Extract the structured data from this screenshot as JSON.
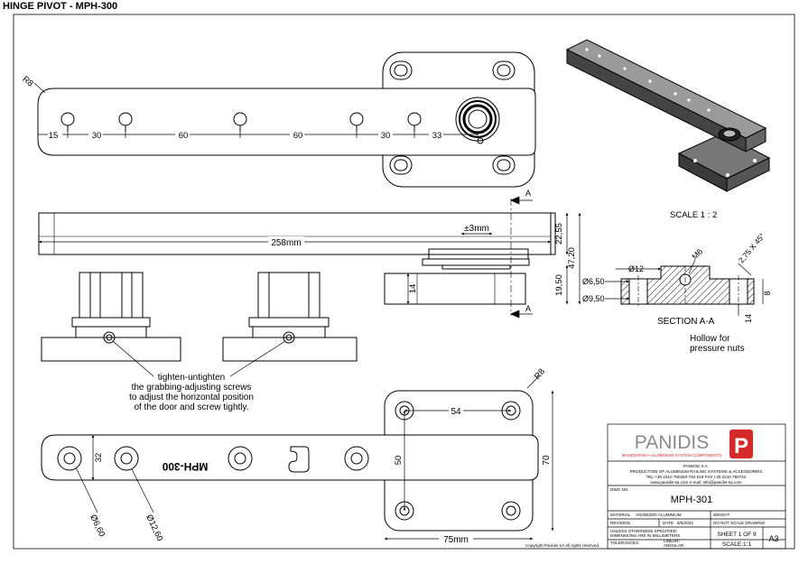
{
  "document": {
    "title": "HINGE PIVOT - MPH-300",
    "engraving": "MPH-300",
    "scale_note": "SCALE 1 : 2",
    "section_label": "SECTION A-A",
    "hollow_note": [
      "Hollow for",
      "pressure nuts"
    ],
    "screw_note": [
      "tighten-untighten",
      "the grabbing-adjusting screws",
      "to adjust the horizontal position",
      "of the door and screw tightly."
    ],
    "copyright": "Copyright Panidis SA   All rights reserved."
  },
  "dimensions": {
    "radius_top": "R8",
    "radius_bottom": "R8",
    "hole_spacing": [
      "15",
      "30",
      "60",
      "60",
      "30",
      "33"
    ],
    "total_length": "258mm",
    "adjust": "±3mm",
    "height_upper": "22,55",
    "height_total": "47,20",
    "height_lower": "19,50",
    "plate_thickness": "14",
    "section_a": "A",
    "dia_12": "Ø12",
    "m6": "M6",
    "chamfer": "2,75 X 45°",
    "dia_6_50": "Ø6,50",
    "dia_9_50": "Ø9,50",
    "section_height": "8",
    "section_depth": "14",
    "plate_54": "54",
    "plate_50": "50",
    "plate_70": "70",
    "plate_75": "75mm",
    "bar_32": "32",
    "dia_6_60": "Ø6,60",
    "dia_12_60": "Ø12,60"
  },
  "titleblock": {
    "brand": "PANIDIS",
    "brand_letter": "P",
    "tagline": "MAKEDONIKI • ALUMINIUM SYSTEM COMPONENTS",
    "company": [
      "PANIDIS S.A.",
      "PRODUCTION OF ALUMINIUM RAILING SYSTEMS & ACCESSORIES",
      "TEL:+30 2310 780320-784 519  FAX:+30 2310 780744",
      "www.panidis-sa.com   e-mail: info@panidis-sa.com"
    ],
    "dwg_no_label": "DWG NO.",
    "dwg_no": "MPH-301",
    "material_label": "MATERIAL",
    "material": "ANODIZED ALUMINIUM",
    "weight_label": "WEIGHT",
    "revision_label": "REVISION",
    "date_label": "DATE",
    "date": "8/6/2022",
    "no_scale": "DO NOT SCALE DRAWING",
    "units_note": [
      "UNLESS OTHERWISE SPECIFIED:",
      "DIMENSIONS ARE IN MILLIMETERS"
    ],
    "sheet": "SHEET 1 OF 9",
    "tolerances_label": "TOLERANCES:",
    "linear": "LINEAR:",
    "angular": "ANGULAR:",
    "scale": "SCALE:1:1",
    "size": "A3"
  },
  "colors": {
    "line": "#000000",
    "brand_red": "#d42a2a",
    "brand_text": "#8a8a8a",
    "hatch": "#000000"
  }
}
